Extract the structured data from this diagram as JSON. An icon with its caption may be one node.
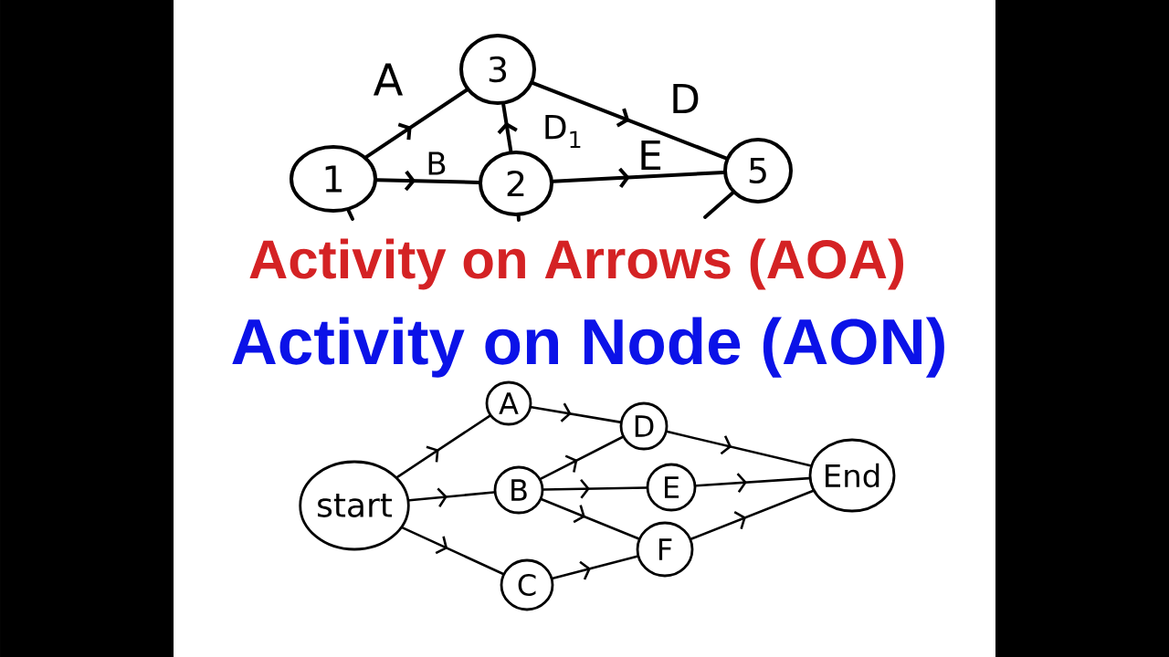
{
  "diagram": {
    "nodes": [
      {
        "text": [
          "1"
        ]
      },
      {
        "text": [
          "3"
        ]
      },
      {
        "text": [
          "2"
        ]
      },
      {
        "text": [
          "5"
        ]
      },
      {
        "text": [
          "A"
        ]
      },
      {
        "text": [
          "start"
        ]
      },
      {
        "text": [
          "B"
        ]
      },
      {
        "text": [
          "C"
        ]
      },
      {
        "text": [
          "D"
        ]
      },
      {
        "text": [
          "E"
        ]
      },
      {
        "text": [
          "F"
        ]
      },
      {
        "text": [
          "End"
        ]
      }
    ],
    "edges": [
      {
        "from": 0,
        "to": 1,
        "arrow": "to",
        "label": "A"
      },
      {
        "from": 0,
        "to": 2,
        "arrow": "to",
        "label": "B"
      },
      {
        "from": 2,
        "to": 1,
        "arrow": "to",
        "label": "D$_{1}$"
      },
      {
        "from": 1,
        "to": 3,
        "arrow": "to",
        "label": "D"
      },
      {
        "from": 2,
        "to": 3,
        "arrow": "to",
        "label": "E"
      },
      {
        "from": 0,
        "to": null,
        "arrow": "none"
      },
      {
        "from": 2,
        "to": null,
        "arrow": "none"
      },
      {
        "from": 3,
        "to": null,
        "arrow": "none"
      },
      {
        "from": 5,
        "to": 4,
        "arrow": "to"
      },
      {
        "from": 5,
        "to": 6,
        "arrow": "to"
      },
      {
        "from": 5,
        "to": 7,
        "arrow": "to"
      },
      {
        "from": 4,
        "to": 8,
        "arrow": "to"
      },
      {
        "from": 6,
        "to": 8,
        "arrow": "to"
      },
      {
        "from": 6,
        "to": 9,
        "arrow": "to"
      },
      {
        "from": 6,
        "to": 10,
        "arrow": "to"
      },
      {
        "from": 7,
        "to": 10,
        "arrow": "to"
      },
      {
        "from": 8,
        "to": 11,
        "arrow": "to"
      },
      {
        "from": 9,
        "to": 11,
        "arrow": "to"
      },
      {
        "from": 10,
        "to": 11,
        "arrow": "to"
      }
    ],
    "labels": [
      "Activity on Arrows (AOA)",
      "Activity on Node (AON)"
    ]
  }
}
